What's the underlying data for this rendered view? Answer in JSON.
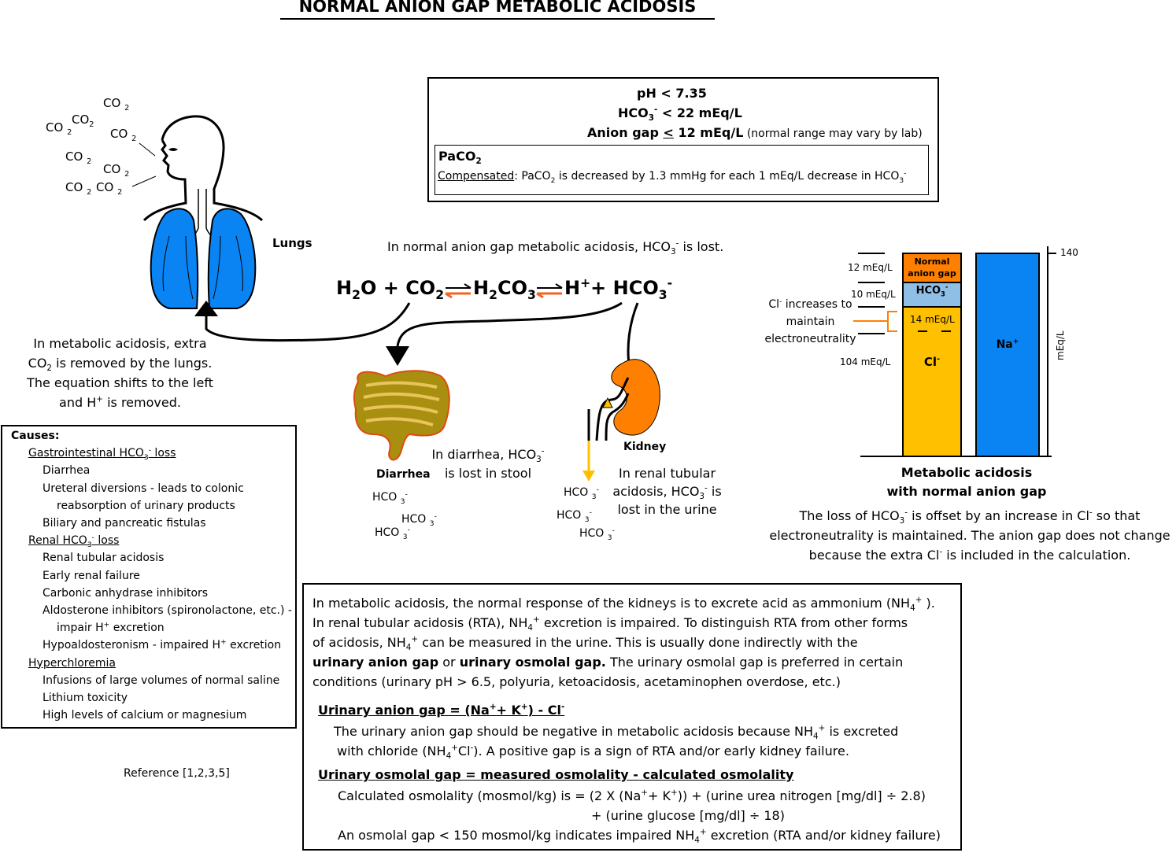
{
  "title": "NORMAL ANION GAP METABOLIC ACIDOSIS",
  "criteria": {
    "ph": "pH < 7.35",
    "hco3_a": "HCO",
    "hco3_sub": "3",
    "hco3_sup": "-",
    "hco3_b": " < 22 mEq/L",
    "ag_a": "Anion gap ",
    "ag_le": "<",
    "ag_b": " 12 mEq/L",
    "ag_note": " (normal  range may vary by lab)",
    "paco2_head": "PaCO",
    "paco2_head_sub": "2",
    "comp_label": "Compensated",
    "comp_a": ": PaCO",
    "comp_sub": "2",
    "comp_b": " is decreased by 1.3 mmHg for each 1 mEq/L decrease in HCO",
    "comp_sub2": "3",
    "comp_sup2": "-"
  },
  "lungs": {
    "label": "Lungs",
    "co2_base": "CO",
    "co2_sub": "2",
    "caption_1": "In metabolic acidosis, extra",
    "caption_2a": "CO",
    "caption_2sub": "2",
    "caption_2b": " is removed by the lungs.",
    "caption_3": "The equation shifts to the left",
    "caption_4a": "and H",
    "caption_4sup": "+",
    "caption_4b": " is removed."
  },
  "equation": {
    "intro_a": "In normal anion gap metabolic acidosis, HCO",
    "intro_sub": "3",
    "intro_sup": "-",
    "intro_b": "  is lost.",
    "h2o_a": "H",
    "h2o_sub": "2",
    "h2o_b": "O",
    "plus1": " + ",
    "co2_a": "CO",
    "co2_sub": "2",
    "h2co3_a": "H",
    "h2co3_sub1": "2",
    "h2co3_b": "CO",
    "h2co3_sub2": "3",
    "h_a": "H",
    "h_sup": "+",
    "plus2": "+ ",
    "hco3_a": "HCO",
    "hco3_sub": "3",
    "hco3_sup": "-"
  },
  "diarrhea": {
    "label": "Diarrhea",
    "caption_1a": "In diarrhea, HCO",
    "caption_1sub": "3",
    "caption_1sup": "-",
    "caption_2": "is lost in stool",
    "ion_a": "HCO",
    "ion_sub": "3",
    "ion_sup": "-"
  },
  "kidney": {
    "label": "Kidney",
    "caption_1": "In renal tubular",
    "caption_2a": "acidosis, HCO",
    "caption_2sub": "3",
    "caption_2sup": "-",
    "caption_2b": "  is",
    "caption_3": "lost in the urine"
  },
  "bar_chart": {
    "label_140": "140",
    "axis_label": "mEq/L",
    "lbl_12": "12 mEq/L",
    "lbl_10": "10 mEq/L",
    "lbl_14": "14 mEq/L",
    "lbl_104": "104 mEq/L",
    "ag_1": "Normal",
    "ag_2": "anion gap",
    "hco3_a": "HCO",
    "hco3_sub": "3",
    "hco3_sup": "-",
    "cl_a": "Cl",
    "cl_sup": "-",
    "na_a": "Na",
    "na_sup": "+",
    "cl_note_1a": "Cl",
    "cl_note_1sup": "-",
    "cl_note_1b": " increases to",
    "cl_note_2": "maintain",
    "cl_note_3": "electroneutrality",
    "title_1": "Metabolic acidosis",
    "title_2": "with normal anion gap",
    "caption_1a": "The loss of HCO",
    "caption_1sub": "3",
    "caption_1sup": "-",
    "caption_1b": "  is offset by an increase in Cl",
    "caption_1sup2": "-",
    "caption_1c": " so that",
    "caption_2": "electroneutrality is maintained. The anion gap does not change",
    "caption_3a": "because the extra Cl",
    "caption_3sup": "-",
    "caption_3b": " is included in the calculation.",
    "colors": {
      "anion_gap": "#ff7f00",
      "hco3": "#8fbfe6",
      "cl": "#ffc000",
      "na": "#0b84f3"
    }
  },
  "causes": {
    "heading": "Causes:",
    "gi_a": "Gastrointestinal HCO",
    "gi_sub": "3",
    "gi_sup": "-",
    "gi_b": " loss",
    "diarrhea": "Diarrhea",
    "ureteral_1": "Ureteral diversions - leads to colonic",
    "ureteral_2": "reabsorption of urinary products",
    "biliary": "Biliary and pancreatic fistulas",
    "renal_a": "Renal HCO",
    "renal_sub": "3",
    "renal_sup": "-",
    "renal_b": "  loss",
    "rta": "Renal tubular acidosis",
    "early": "Early renal failure",
    "cai": "Carbonic anhydrase inhibitors",
    "aldo_1": "Aldosterone inhibitors (spironolactone, etc.) -",
    "aldo_2a": "impair H",
    "aldo_2sup": "+",
    "aldo_2b": " excretion",
    "hypo_a": "Hypoaldosteronism - impaired H",
    "hypo_sup": "+",
    "hypo_b": " excretion",
    "hyperchl": "Hyperchloremia",
    "saline": "Infusions of large volumes of normal saline",
    "lithium": "Lithium toxicity",
    "calcium": "High levels of calcium or magnesium"
  },
  "reference": "Reference [1,2,3,5]",
  "urinary": {
    "p1a": "In metabolic acidosis, the normal response of the kidneys is to excrete acid as ammonium (NH",
    "p1sub": "4",
    "p1sup": "+",
    "p1b": " ).",
    "p2a": "In renal tubular acidosis (RTA), NH",
    "p2sub": "4",
    "p2sup": "+",
    "p2b": " excretion is impaired. To distinguish RTA from other forms",
    "p3a": "of acidosis, NH",
    "p3sub": "4",
    "p3sup": "+",
    "p3b": " can be measured in the urine. This is usually done indirectly with the",
    "p4a": "urinary anion gap",
    "p4b": " or ",
    "p4c": "urinary osmolal gap.",
    "p4d": " The urinary osmolal gap is preferred in certain",
    "p5": "conditions (urinary pH > 6.5, polyuria, ketoacidosis, acetaminophen overdose, etc.)",
    "uag_a": "Urinary anion gap = (Na",
    "uag_sup1": "+",
    "uag_b": "+ K",
    "uag_sup2": "+",
    "uag_c": ") - Cl",
    "uag_sup3": "-",
    "uag_1a": "The urinary anion gap should be negative in metabolic acidosis because NH",
    "uag_1sub": "4",
    "uag_1sup": "+",
    "uag_1b": " is excreted",
    "uag_2a": "with chloride (NH",
    "uag_2sub": "4",
    "uag_2sup": "+",
    "uag_2b": "Cl",
    "uag_2sup2": "-",
    "uag_2c": "). A positive gap is a sign of RTA and/or early kidney failure.",
    "uog": "Urinary osmolal gap = measured osmolality - calculated osmolality",
    "uog_1a": "Calculated osmolality (mosmol/kg) is = (2 X (Na",
    "uog_1sup1": "+",
    "uog_1b": "+ K",
    "uog_1sup2": "+",
    "uog_1c": ")) + (urine urea nitrogen [mg/dl] ÷ 2.8)",
    "uog_2": "+ (urine glucose [mg/dl] ÷ 18)",
    "uog_3a": "An osmolal gap < 150 mosmol/kg indicates impaired NH",
    "uog_3sub": "4",
    "uog_3sup": "+",
    "uog_3b": " excretion (RTA and/or kidney failure)"
  }
}
